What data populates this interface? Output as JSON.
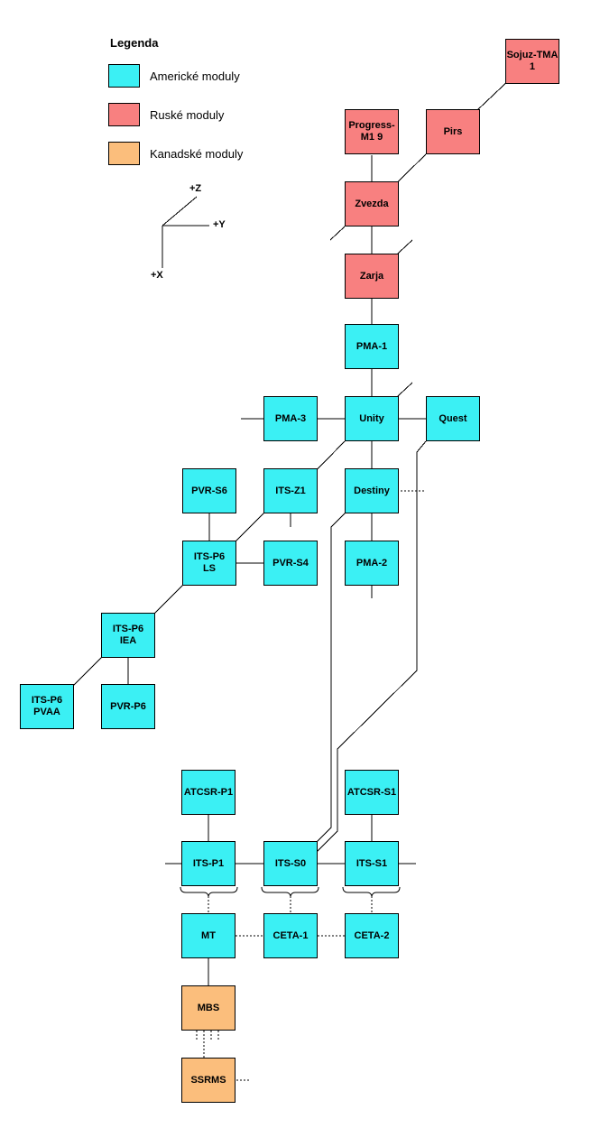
{
  "legend": {
    "title": "Legenda",
    "items": [
      {
        "label": "Americké moduly",
        "color": "#3bf0f4",
        "category": "american"
      },
      {
        "label": "Ruské moduly",
        "color": "#f88080",
        "category": "russian"
      },
      {
        "label": "Kanadské moduly",
        "color": "#fbbe7c",
        "category": "canadian"
      }
    ]
  },
  "axes": {
    "z_label": "+Z",
    "y_label": "+Y",
    "x_label": "+X"
  },
  "modules": {
    "sojuz_tma1": {
      "label": "Sojuz-TMA\n1",
      "category": "russian"
    },
    "progress_m19": {
      "label": "Progress-\nM1 9",
      "category": "russian"
    },
    "pirs": {
      "label": "Pirs",
      "category": "russian"
    },
    "zvezda": {
      "label": "Zvezda",
      "category": "russian"
    },
    "zarja": {
      "label": "Zarja",
      "category": "russian"
    },
    "pma1": {
      "label": "PMA-1",
      "category": "american"
    },
    "pma3": {
      "label": "PMA-3",
      "category": "american"
    },
    "unity": {
      "label": "Unity",
      "category": "american"
    },
    "quest": {
      "label": "Quest",
      "category": "american"
    },
    "pvr_s6": {
      "label": "PVR-S6",
      "category": "american"
    },
    "its_z1": {
      "label": "ITS-Z1",
      "category": "american"
    },
    "destiny": {
      "label": "Destiny",
      "category": "american"
    },
    "its_p6_ls": {
      "label": "ITS-P6\nLS",
      "category": "american"
    },
    "pvr_s4": {
      "label": "PVR-S4",
      "category": "american"
    },
    "pma2": {
      "label": "PMA-2",
      "category": "american"
    },
    "its_p6_iea": {
      "label": "ITS-P6\nIEA",
      "category": "american"
    },
    "its_p6_pvaa": {
      "label": "ITS-P6\nPVAA",
      "category": "american"
    },
    "pvr_p6": {
      "label": "PVR-P6",
      "category": "american"
    },
    "atcsr_p1": {
      "label": "ATCSR-P1",
      "category": "american"
    },
    "atcsr_s1": {
      "label": "ATCSR-S1",
      "category": "american"
    },
    "its_p1": {
      "label": "ITS-P1",
      "category": "american"
    },
    "its_s0": {
      "label": "ITS-S0",
      "category": "american"
    },
    "its_s1": {
      "label": "ITS-S1",
      "category": "american"
    },
    "mt": {
      "label": "MT",
      "category": "american"
    },
    "ceta1": {
      "label": "CETA-1",
      "category": "american"
    },
    "ceta2": {
      "label": "CETA-2",
      "category": "american"
    },
    "mbs": {
      "label": "MBS",
      "category": "canadian"
    },
    "ssrms": {
      "label": "SSRMS",
      "category": "canadian"
    }
  }
}
